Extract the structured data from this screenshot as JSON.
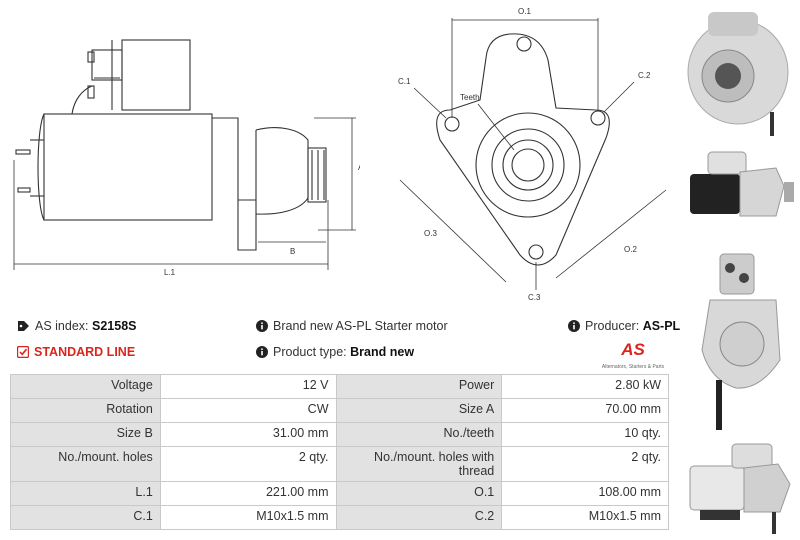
{
  "drawing": {
    "side_view": {
      "length_label": "L.1",
      "size_a_label": "A",
      "size_b_label": "B"
    },
    "front_view": {
      "o1_label": "O.1",
      "o2_label": "O.2",
      "o3_label": "O.3",
      "c1_label": "C.1",
      "c2_label": "C.2",
      "c3_label": "C.3",
      "teeth_label": "Teeth"
    }
  },
  "product": {
    "as_index_label": "AS index:",
    "as_index": "S2158S",
    "line": "STANDARD LINE",
    "description": "Brand new AS-PL Starter motor",
    "producer_label": "Producer:",
    "producer": "AS-PL",
    "product_type_label": "Product type:",
    "product_type": "Brand new",
    "logo_text": "AS",
    "logo_tagline": "Alternators, Starters & Parts"
  },
  "specs": [
    {
      "k1": "Voltage",
      "v1": "12 V",
      "k2": "Power",
      "v2": "2.80 kW"
    },
    {
      "k1": "Rotation",
      "v1": "CW",
      "k2": "Size A",
      "v2": "70.00 mm"
    },
    {
      "k1": "Size B",
      "v1": "31.00 mm",
      "k2": "No./teeth",
      "v2": "10 qty."
    },
    {
      "k1": "No./mount. holes",
      "v1": "2 qty.",
      "k2": "No./mount. holes with thread",
      "v2": "2 qty."
    },
    {
      "k1": "L.1",
      "v1": "221.00 mm",
      "k2": "O.1",
      "v2": "108.00 mm"
    },
    {
      "k1": "C.1",
      "v1": "M10x1.5 mm",
      "k2": "C.2",
      "v2": "M10x1.5 mm"
    }
  ],
  "colors": {
    "accent_red": "#d9261c",
    "key_cell_bg": "#e2e2e2",
    "line": "#333333"
  },
  "icons": [
    "tag-icon",
    "checkbox-icon",
    "info-icon"
  ]
}
